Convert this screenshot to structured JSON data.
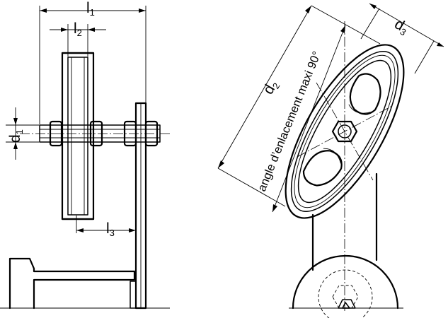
{
  "dimensions": {
    "l1": {
      "base": "l",
      "sub": "1"
    },
    "l2": {
      "base": "l",
      "sub": "2"
    },
    "l3": {
      "base": "l",
      "sub": "3"
    },
    "d1": {
      "base": "d",
      "sub": "1"
    },
    "d2": {
      "base": "d",
      "sub": "2"
    },
    "d3": {
      "base": "d",
      "sub": "3"
    }
  },
  "angle_note": "angle d’enlacement maxi 90°",
  "colors": {
    "ink": "#000000",
    "paper": "#ffffff"
  }
}
